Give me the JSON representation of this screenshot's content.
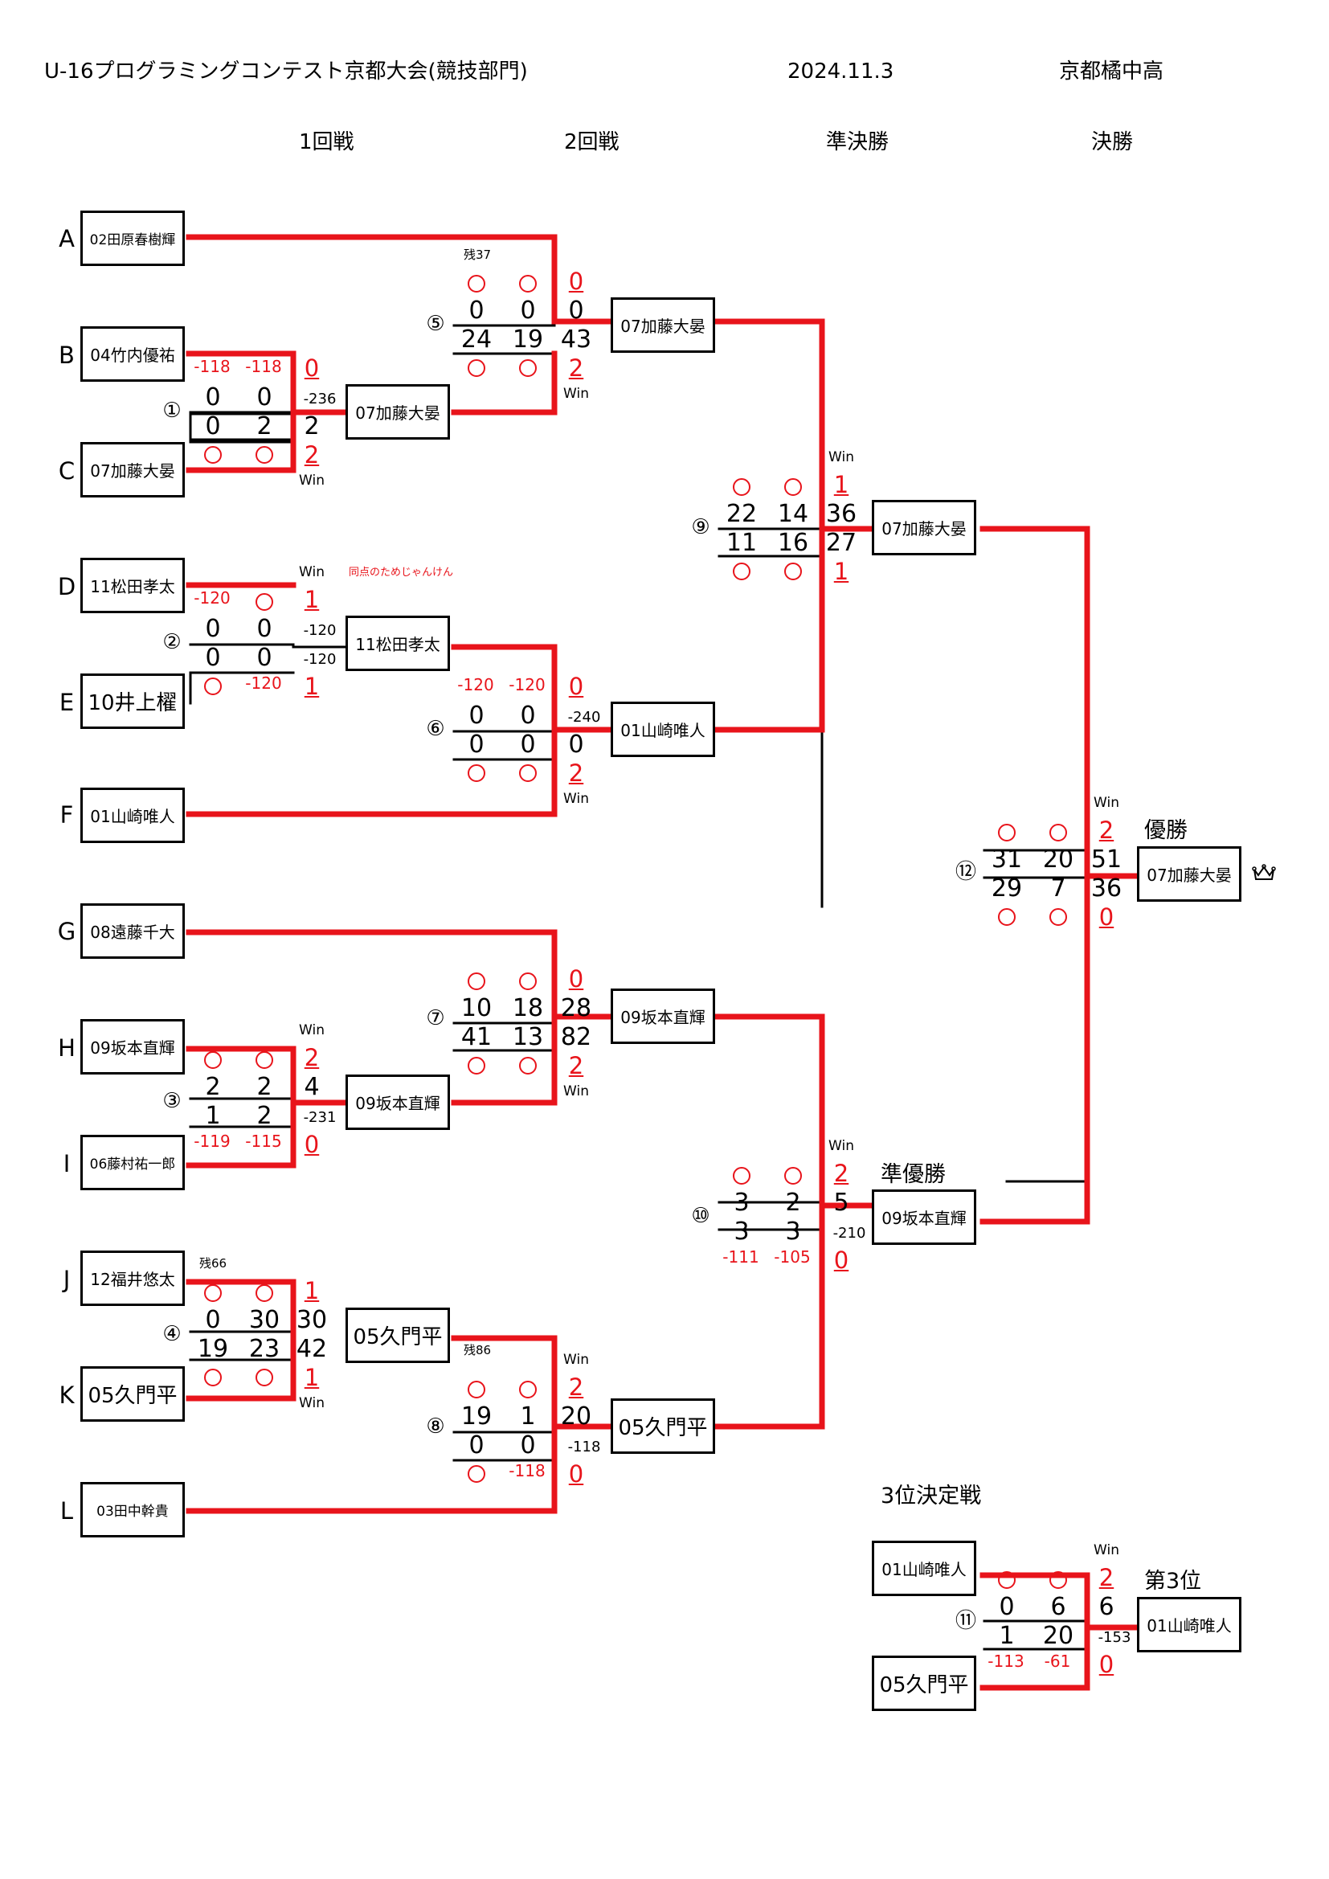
{
  "header": {
    "title": "U-16プログラミングコンテスト京都大会(競技部門)",
    "date": "2024.11.3",
    "venue": "京都橘中高"
  },
  "rounds": [
    "1回戦",
    "2回戦",
    "準決勝",
    "決勝"
  ],
  "letters": [
    "A",
    "B",
    "C",
    "D",
    "E",
    "F",
    "G",
    "H",
    "I",
    "J",
    "K",
    "L"
  ],
  "entrants": [
    "02田原春樹輝",
    "04竹内優祐",
    "07加藤大晏",
    "11松田孝太",
    "10井上櫂",
    "01山崎唯人",
    "08遠藤千大",
    "09坂本直輝",
    "06藤村祐一郎",
    "12福井悠太",
    "05久門平",
    "03田中幹貴"
  ],
  "winners": {
    "m1": "07加藤大晏",
    "m2": "11松田孝太",
    "m3": "09坂本直輝",
    "m4": "05久門平",
    "m5": "07加藤大晏",
    "m6": "01山崎唯人",
    "m7": "09坂本直輝",
    "m8": "05久門平",
    "m9": "07加藤大晏",
    "m10": "09坂本直輝",
    "m12": "07加藤大晏",
    "third_top": "01山崎唯人",
    "third_bottom": "05久門平",
    "third_winner": "01山崎唯人"
  },
  "match_marks": [
    "①",
    "②",
    "③",
    "④",
    "⑤",
    "⑥",
    "⑦",
    "⑧",
    "⑨",
    "⑩",
    "⑪",
    "⑫"
  ],
  "scores": {
    "m1": {
      "top": [
        "0",
        "0"
      ],
      "bottom": [
        "0",
        "2"
      ],
      "top_pen": [
        "-118",
        "-118"
      ],
      "total_top": "-236",
      "total_bottom": "2",
      "pts_top": "0",
      "pts_bottom": "2"
    },
    "m2": {
      "top": [
        "0",
        "0"
      ],
      "bottom": [
        "0",
        "0"
      ],
      "top_pen": "-120",
      "bottom_pen": "-120",
      "total_top": "-120",
      "total_bottom": "-120",
      "pts_top": "1",
      "pts_bottom": "1"
    },
    "m3": {
      "top": [
        "2",
        "2"
      ],
      "bottom": [
        "1",
        "2"
      ],
      "bottom_pen": [
        "-119",
        "-115"
      ],
      "total_top": "4",
      "total_bottom": "-231",
      "pts_top": "2",
      "pts_bottom": "0"
    },
    "m4": {
      "top": [
        "0",
        "30"
      ],
      "bottom": [
        "19",
        "23"
      ],
      "total_top": "30",
      "total_bottom": "42",
      "pts_top": "1",
      "pts_bottom": "1"
    },
    "m5": {
      "top": [
        "0",
        "0"
      ],
      "bottom": [
        "24",
        "19"
      ],
      "total_top": "0",
      "total_bottom": "43",
      "pts_top": "0",
      "pts_bottom": "2"
    },
    "m6": {
      "top": [
        "0",
        "0"
      ],
      "bottom": [
        "0",
        "0"
      ],
      "top_pen": [
        "-120",
        "-120"
      ],
      "total_top": "-240",
      "total_bottom": "0",
      "pts_top": "0",
      "pts_bottom": "2"
    },
    "m7": {
      "top": [
        "10",
        "18"
      ],
      "bottom": [
        "41",
        "13"
      ],
      "total_top": "28",
      "total_bottom": "82",
      "pts_top": "0",
      "pts_bottom": "2"
    },
    "m8": {
      "top": [
        "19",
        "1"
      ],
      "bottom": [
        "0",
        "0"
      ],
      "bottom_pen": "-118",
      "total_top": "20",
      "total_bottom": "-118",
      "pts_top": "2",
      "pts_bottom": "0"
    },
    "m9": {
      "top": [
        "22",
        "14"
      ],
      "bottom": [
        "11",
        "16"
      ],
      "total_top": "36",
      "total_bottom": "27",
      "pts_top": "1",
      "pts_bottom": "1"
    },
    "m10": {
      "top": [
        "3",
        "2"
      ],
      "bottom": [
        "3",
        "3"
      ],
      "bottom_pen": [
        "-111",
        "-105"
      ],
      "total_top": "5",
      "total_bottom": "-210",
      "pts_top": "2",
      "pts_bottom": "0"
    },
    "m11": {
      "top": [
        "0",
        "6"
      ],
      "bottom": [
        "1",
        "20"
      ],
      "bottom_pen": [
        "-113",
        "-61"
      ],
      "total_top": "6",
      "total_bottom": "-153",
      "pts_top": "2",
      "pts_bottom": "0"
    },
    "m12": {
      "top": [
        "31",
        "20"
      ],
      "bottom": [
        "29",
        "7"
      ],
      "total_top": "51",
      "total_bottom": "36",
      "pts_top": "2",
      "pts_bottom": "0"
    }
  },
  "notes": {
    "win": "Win",
    "remain37": "残37",
    "remain66": "残66",
    "remain86": "残86",
    "janken": "同点のためじゃんけん"
  },
  "results": {
    "champion": "優勝",
    "runner_up": "準優勝",
    "third_place": "第3位",
    "third_match": "3位決定戦"
  },
  "colors": {
    "accent": "#e8141b",
    "line": "#000000"
  },
  "icons": {
    "champion": "crown-icon"
  }
}
